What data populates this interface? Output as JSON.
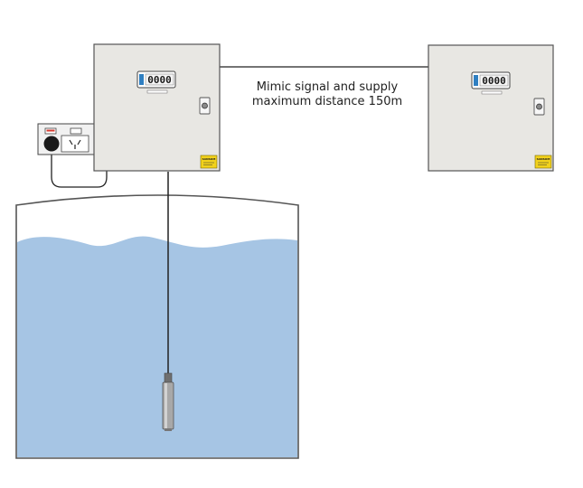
{
  "annotation": {
    "line1": "Mimic signal and supply",
    "line2": "maximum distance 150m"
  },
  "panels": {
    "controller": {
      "display_digits": "0000",
      "badge_text": "SANSOM"
    },
    "mimic": {
      "display_digits": "0000",
      "badge_text": "SANSOM"
    }
  },
  "colors": {
    "panel_fill": "#e8e7e3",
    "panel_stroke": "#555555",
    "water": "#a6c5e4",
    "cable": "#222222",
    "badge": "#f2d21c",
    "display_blue": "#2f7fc1",
    "probe": "#a8a8a8"
  },
  "icons": {
    "power_outlet": "power-outlet-icon",
    "level_probe": "submersible-probe-icon"
  }
}
